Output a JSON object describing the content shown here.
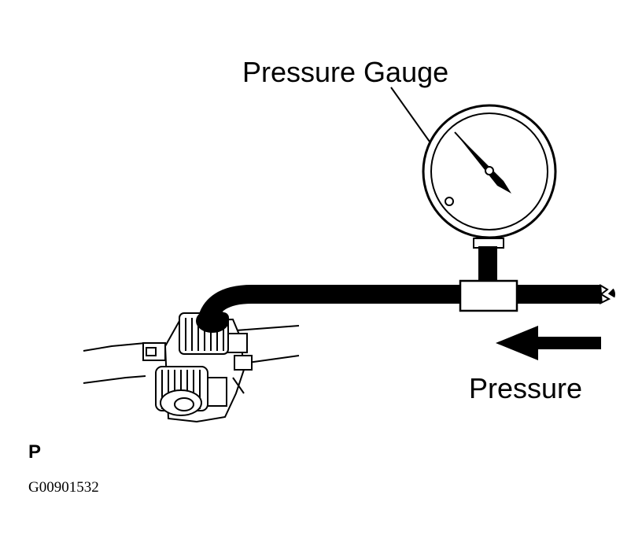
{
  "diagram": {
    "labels": {
      "pressure_gauge": "Pressure Gauge",
      "pressure": "Pressure",
      "corner_mark": "P",
      "figure_code": "G00901532"
    },
    "colors": {
      "ink": "#000000",
      "paper": "#ffffff"
    },
    "icons": {
      "flow_direction": "arrow-left-icon"
    }
  }
}
